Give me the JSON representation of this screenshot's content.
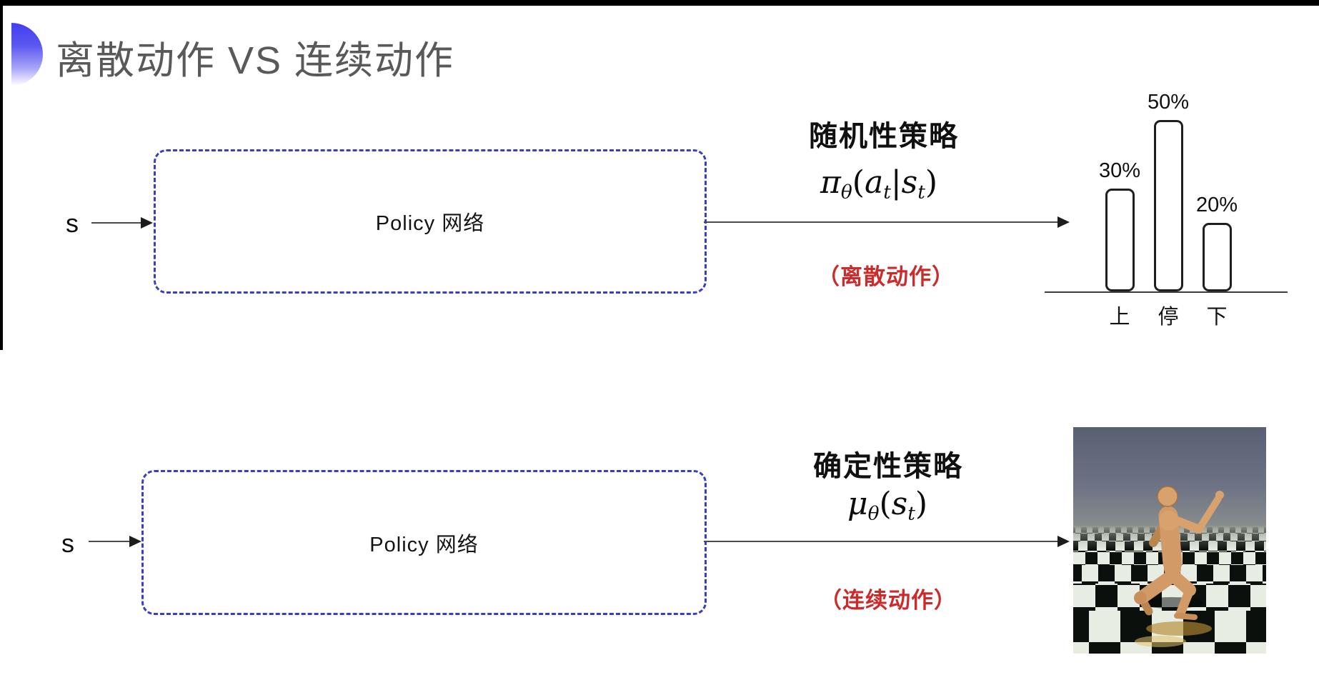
{
  "slide": {
    "title": "离散动作 VS 连续动作"
  },
  "colors": {
    "accent_blue": "#4340ee",
    "box_border_blue": "#3a3ec0",
    "action_red": "#cd2b2b",
    "title_gray": "#595959"
  },
  "top_flow": {
    "input_label": "s",
    "box_label": "Policy 网络",
    "policy_name": "随机性策略",
    "formula": [
      {
        "t": "π",
        "it": true
      },
      {
        "t": "θ",
        "it": true,
        "sub": true
      },
      {
        "t": "("
      },
      {
        "t": "a",
        "it": true
      },
      {
        "t": "t",
        "it": true,
        "sub": true
      },
      {
        "t": "|"
      },
      {
        "t": "s",
        "it": true
      },
      {
        "t": "t",
        "it": true,
        "sub": true
      },
      {
        "t": ")"
      }
    ],
    "action_note": "（离散动作）"
  },
  "bottom_flow": {
    "input_label": "s",
    "box_label": "Policy 网络",
    "policy_name": "确定性策略",
    "formula": [
      {
        "t": "μ",
        "it": true
      },
      {
        "t": "θ",
        "it": true,
        "sub": true
      },
      {
        "t": "("
      },
      {
        "t": "s",
        "it": true
      },
      {
        "t": "t",
        "it": true,
        "sub": true
      },
      {
        "t": ")"
      }
    ],
    "action_note": "（连续动作）",
    "illustration_name": "mujoco-humanoid-on-checkerboard"
  },
  "chart_data": {
    "type": "bar",
    "title": "",
    "categories": [
      "上",
      "停",
      "下"
    ],
    "values": [
      30,
      50,
      20
    ],
    "value_labels": [
      "30%",
      "50%",
      "20%"
    ],
    "unit": "%",
    "ylim": [
      0,
      50
    ],
    "grid": false,
    "axis": "baseline-only",
    "bar_style": "outlined-white-rounded",
    "value_label_position": "above-bar",
    "category_label_position": "below-baseline"
  }
}
